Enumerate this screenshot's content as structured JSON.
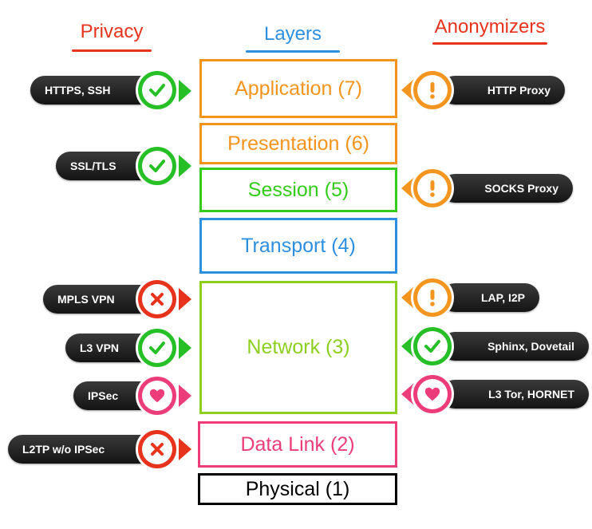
{
  "headings": {
    "privacy": "Privacy",
    "layers": "Layers",
    "anonymizers": "Anonymizers"
  },
  "colors": {
    "privacy_heading": "#e8331c",
    "layers_heading": "#2d8fe0",
    "anonymizers_heading": "#e8331c",
    "application": "#f5941d",
    "presentation": "#f5941d",
    "session": "#33cc1a",
    "transport": "#2d8fe0",
    "network": "#8ccf1e",
    "data_link": "#ec3d7a",
    "physical": "#000000",
    "badge_ok": "#26c026",
    "badge_warn": "#f4951f",
    "badge_bad": "#e8331c",
    "badge_heart": "#ec3d7a"
  },
  "layers": [
    {
      "key": "application",
      "label": "Application (7)"
    },
    {
      "key": "presentation",
      "label": "Presentation (6)"
    },
    {
      "key": "session",
      "label": "Session (5)"
    },
    {
      "key": "transport",
      "label": "Transport (4)"
    },
    {
      "key": "network",
      "label": "Network (3)"
    },
    {
      "key": "data_link",
      "label": "Data Link (2)"
    },
    {
      "key": "physical",
      "label": "Physical (1)"
    }
  ],
  "privacy": [
    {
      "label": "HTTPS, SSH",
      "status": "check",
      "layer": "application"
    },
    {
      "label": "SSL/TLS",
      "status": "check",
      "layer": "presentation"
    },
    {
      "label": "MPLS VPN",
      "status": "cross",
      "layer": "network"
    },
    {
      "label": "L3 VPN",
      "status": "check",
      "layer": "network"
    },
    {
      "label": "IPSec",
      "status": "heart",
      "layer": "network"
    },
    {
      "label": "L2TP w/o IPSec",
      "status": "cross",
      "layer": "data_link"
    }
  ],
  "anonymizers": [
    {
      "label": "HTTP Proxy",
      "status": "warning",
      "layer": "application"
    },
    {
      "label": "SOCKS Proxy",
      "status": "warning",
      "layer": "session"
    },
    {
      "label": "LAP, I2P",
      "status": "warning",
      "layer": "network"
    },
    {
      "label": "Sphinx, Dovetail",
      "status": "check",
      "layer": "network"
    },
    {
      "label": "L3 Tor, HORNET",
      "status": "heart",
      "layer": "network"
    }
  ]
}
